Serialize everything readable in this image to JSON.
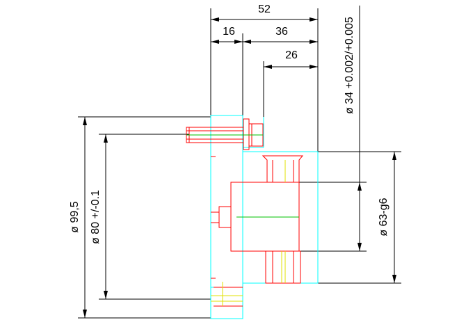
{
  "colors": {
    "dimension": "#000000",
    "outline_red": "#ff0000",
    "outline_cyan": "#00ffff",
    "hatch_yellow": "#e0e000",
    "center_green": "#00c000",
    "background": "#ffffff"
  },
  "dimensions": {
    "overall_length": "52",
    "flange_thickness": "16",
    "body_length": "36",
    "pilot_length": "26",
    "bore_diameter": "ø 34 +0.002/+0.005",
    "pilot_diameter": "ø 63-g6",
    "flange_diameter": "ø 99,5",
    "bolt_circle_diameter": "ø 80 +/-0.1"
  }
}
